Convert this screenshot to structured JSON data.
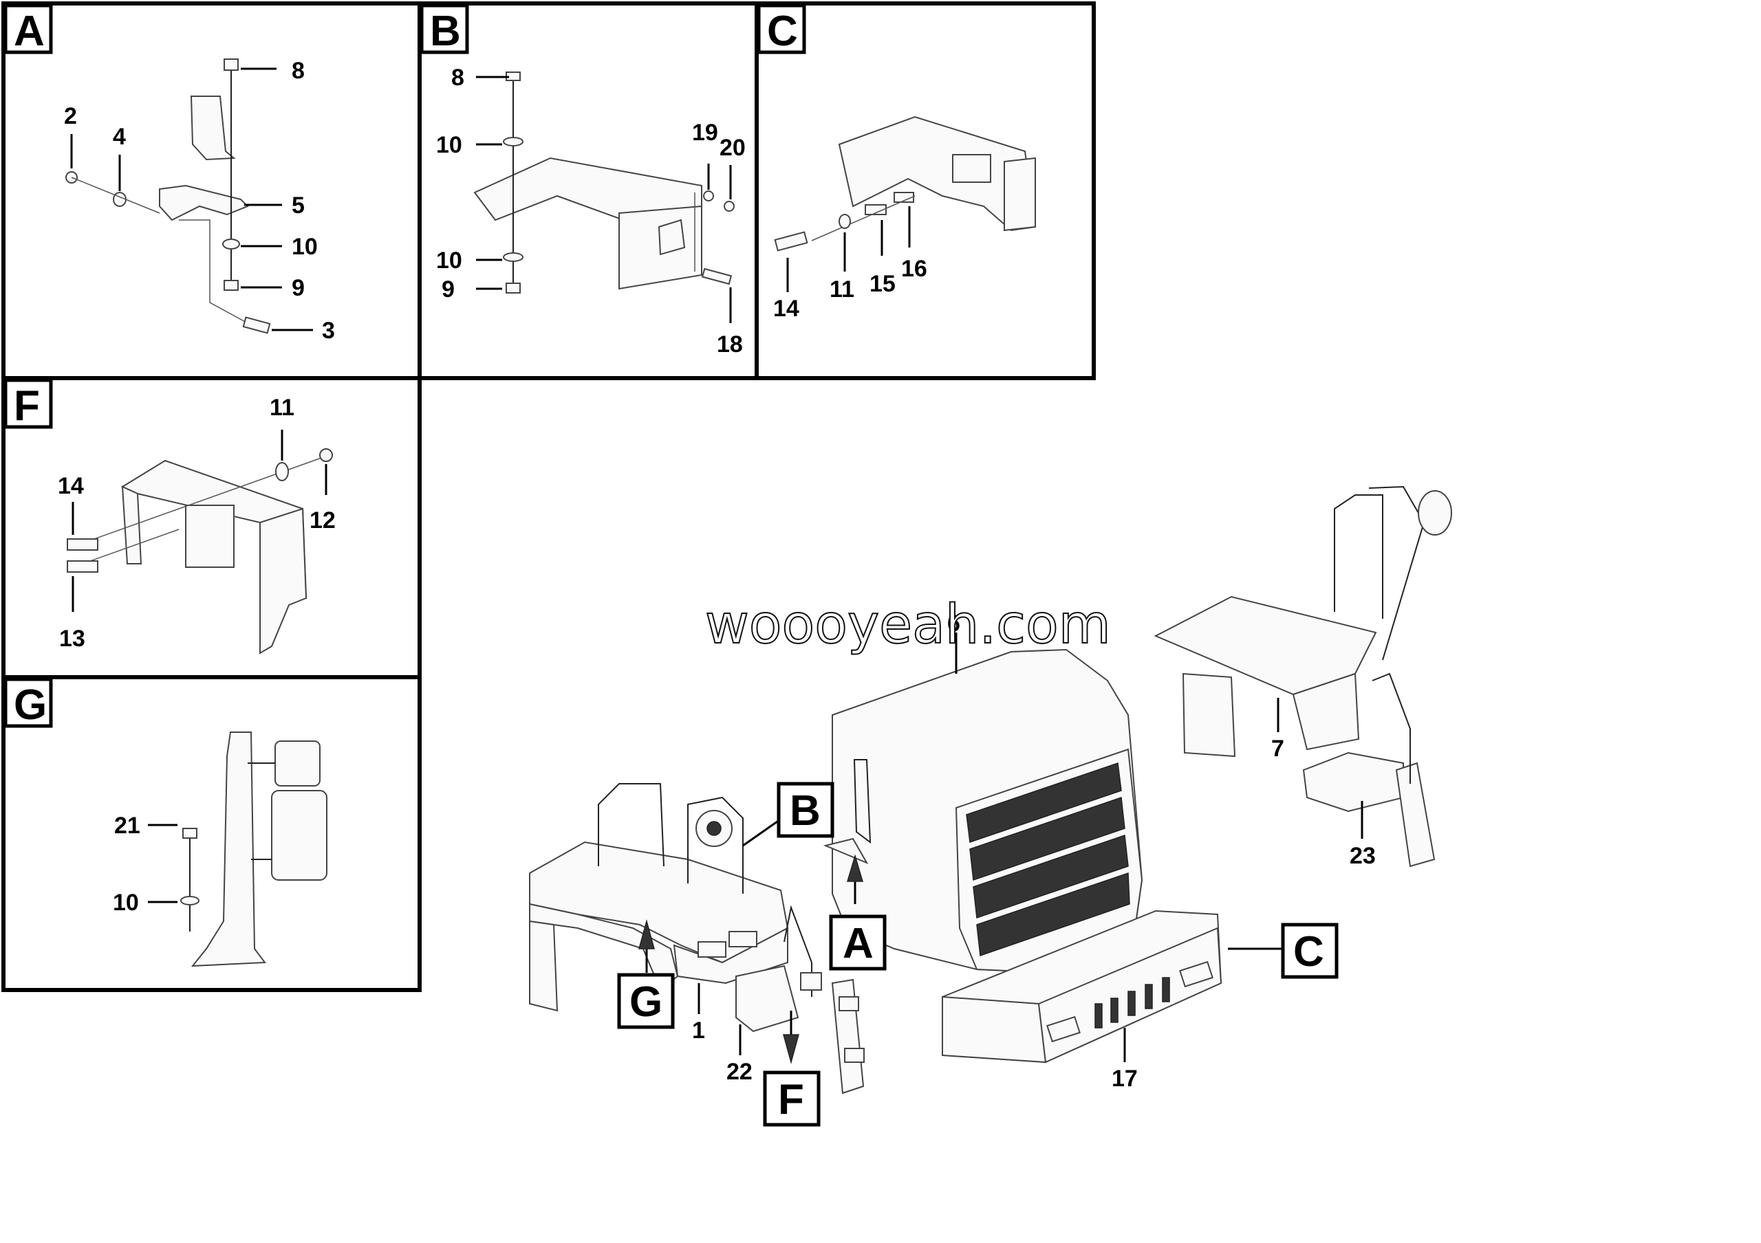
{
  "panels": {
    "A": {
      "tag": "A",
      "callouts": [
        "8",
        "2",
        "4",
        "5",
        "10",
        "9",
        "3"
      ]
    },
    "B": {
      "tag": "B",
      "callouts": [
        "8",
        "10",
        "19",
        "20",
        "10",
        "9",
        "18"
      ]
    },
    "C": {
      "tag": "C",
      "callouts": [
        "14",
        "11",
        "15",
        "16"
      ]
    },
    "F": {
      "tag": "F",
      "callouts": [
        "11",
        "14",
        "12",
        "13"
      ]
    },
    "G": {
      "tag": "G",
      "callouts": [
        "21",
        "10"
      ]
    }
  },
  "main": {
    "tags": [
      "B",
      "A",
      "C",
      "G",
      "F"
    ],
    "callouts": [
      "6",
      "7",
      "23",
      "1",
      "22",
      "17"
    ]
  },
  "watermark": "woooyeah.com"
}
